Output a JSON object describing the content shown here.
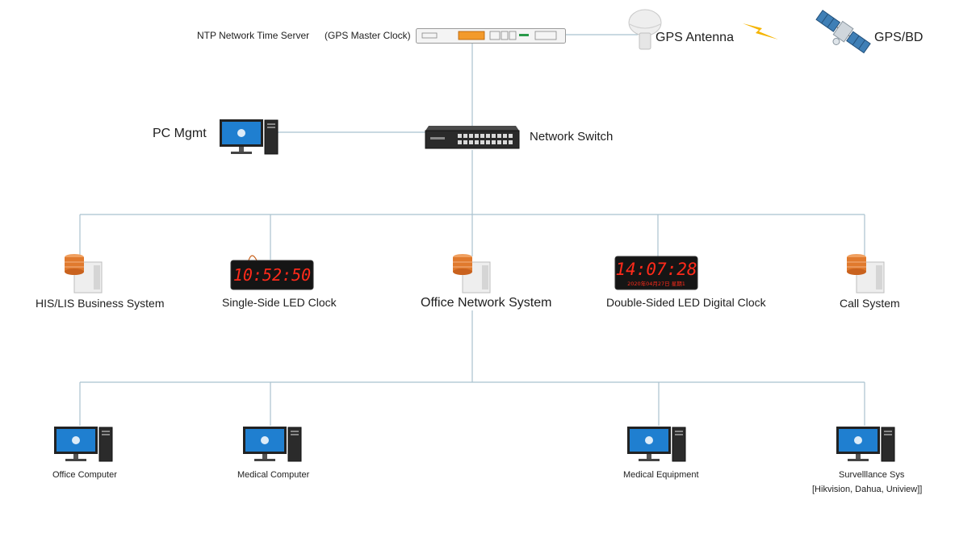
{
  "server": {
    "label": "NTP Network Time Server",
    "sublabel": "(GPS Master Clock)"
  },
  "antenna": {
    "label": "GPS Antenna"
  },
  "satellite": {
    "label": "GPS/BD"
  },
  "pc_mgmt": {
    "label": "PC Mgmt"
  },
  "switch": {
    "label": "Network Switch"
  },
  "tier2": {
    "his": {
      "label": "HIS/LIS Business System"
    },
    "single_led": {
      "label": "Single-Side LED Clock",
      "display": "10:52:50"
    },
    "office_net": {
      "label": "Office Network System"
    },
    "double_led": {
      "label": "Double-Sided LED Digital Clock",
      "display": "14:07:28",
      "subline": "2020年04月27日   星期1"
    },
    "call": {
      "label": "Call System"
    }
  },
  "tier3": {
    "office_pc": {
      "label": "Office Computer"
    },
    "medical_pc": {
      "label": "Medical Computer"
    },
    "medical_eq": {
      "label": "Medical Equipment"
    },
    "surveillance": {
      "label": "Survelllance Sys",
      "sublabel": "[Hikvision, Dahua, Uniview]]"
    }
  },
  "colors": {
    "line": "#a9c2cf",
    "led_red": "#ff2a1a",
    "server_orange": "#f39a2b",
    "db_orange": "#e07a2e",
    "lightning": "#f5b400",
    "monitor_blue": "#1f7fd0"
  }
}
